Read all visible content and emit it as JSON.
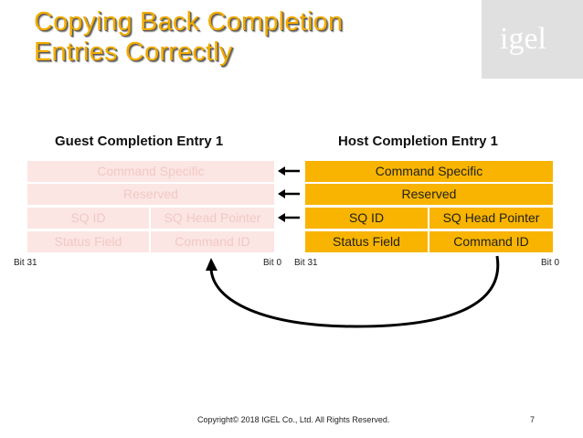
{
  "title": {
    "line1": "Copying Back Completion",
    "line2": "Entries Correctly"
  },
  "logo": {
    "text": "igel"
  },
  "guest": {
    "heading": "Guest Completion Entry 1",
    "rows": {
      "command_specific": "Command Specific",
      "reserved": "Reserved",
      "sq_id": "SQ ID",
      "sq_head_pointer": "SQ Head Pointer",
      "status_field": "Status Field",
      "command_id": "Command ID"
    },
    "bit_high": "Bit 31",
    "bit_low": "Bit 0"
  },
  "host": {
    "heading": "Host Completion Entry 1",
    "rows": {
      "command_specific": "Command Specific",
      "reserved": "Reserved",
      "sq_id": "SQ ID",
      "sq_head_pointer": "SQ Head Pointer",
      "status_field": "Status Field",
      "command_id": "Command ID"
    },
    "bit_high": "Bit 31",
    "bit_low": "Bit 0"
  },
  "colors": {
    "accent": "#f8b400",
    "guest_fill": "#fbe6e4",
    "guest_text": "#f3c8c3"
  },
  "footer": {
    "copyright": "Copyright© 2018 IGEL Co., Ltd. All Rights Reserved.",
    "page": "7"
  }
}
